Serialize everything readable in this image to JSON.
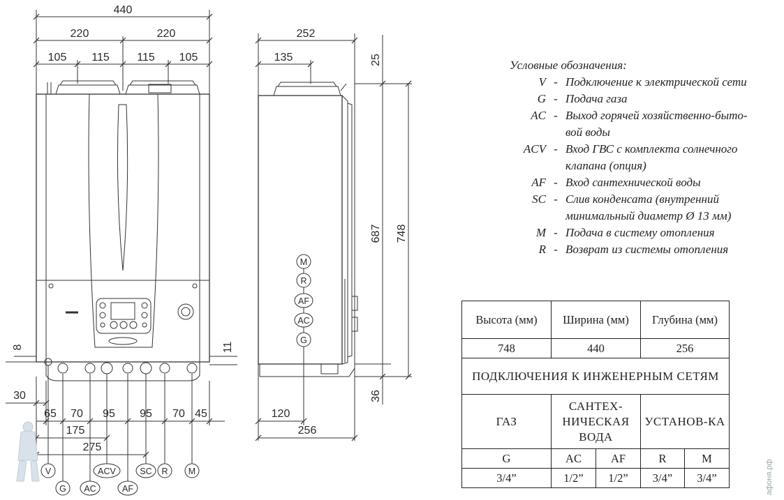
{
  "front_view": {
    "dimensions_top": {
      "overall": "440",
      "half_left": "220",
      "half_right": "220",
      "seg1": "105",
      "seg2": "115",
      "seg3": "115",
      "seg4": "105"
    },
    "dimensions_side": {
      "left_offset": "8",
      "right_offset": "11"
    },
    "dimensions_bottom": {
      "d30": "30",
      "d65": "65",
      "d70a": "70",
      "d95a": "95",
      "d95b": "95",
      "d70b": "70",
      "d45": "45",
      "d175": "175",
      "d275": "275"
    },
    "connections": [
      "V",
      "G",
      "AC",
      "ACV",
      "AF",
      "SC",
      "R",
      "M"
    ]
  },
  "side_view": {
    "dimensions": {
      "width": "252",
      "offset": "135",
      "top": "25",
      "height_inner": "687",
      "height_total": "748",
      "bottom": "36",
      "depth_bottom": "120",
      "depth_total": "256"
    },
    "connections": [
      "M",
      "R",
      "AF",
      "AC",
      "G"
    ]
  },
  "legend": {
    "title": "Условные обозначения:",
    "items": [
      {
        "code": "V",
        "text": "Подключение к электрической сети"
      },
      {
        "code": "G",
        "text": "Подача газа"
      },
      {
        "code": "AC",
        "text": "Выход горячей хозяйственно-быто-"
      },
      {
        "code": "",
        "text": "вой воды"
      },
      {
        "code": "ACV",
        "text": "Вход ГВС с комплекта солнечного"
      },
      {
        "code": "",
        "text": "клапана (опция)"
      },
      {
        "code": "AF",
        "text": "Вход сантехнической воды"
      },
      {
        "code": "SC",
        "text": "Слив конденсата (внутренний"
      },
      {
        "code": "",
        "text": "минимальный диаметр Ø 13 мм)"
      },
      {
        "code": "M",
        "text": "Подача в систему отопления"
      },
      {
        "code": "R",
        "text": "Возврат из системы отопления"
      }
    ]
  },
  "spec_table": {
    "h_height": "Высота (мм)",
    "h_width": "Ширина (мм)",
    "h_depth": "Глубина (мм)",
    "v_height": "748",
    "v_width": "440",
    "v_depth": "256",
    "connections_title": "ПОДКЛЮЧЕНИЯ К ИНЖЕНЕРНЫМ СЕТЯМ",
    "g_gas": "ГАЗ",
    "g_water": "САНТЕХ-НИЧЕСКАЯ ВОДА",
    "g_install": "УСТАНОВ-КА",
    "c_g": "G",
    "c_ac": "AC",
    "c_af": "AF",
    "c_r": "R",
    "c_m": "M",
    "s_g": "3/4”",
    "s_ac": "1/2”",
    "s_af": "1/2”",
    "s_r": "3/4”",
    "s_m": "3/4”"
  },
  "watermark": "афоня.рф"
}
